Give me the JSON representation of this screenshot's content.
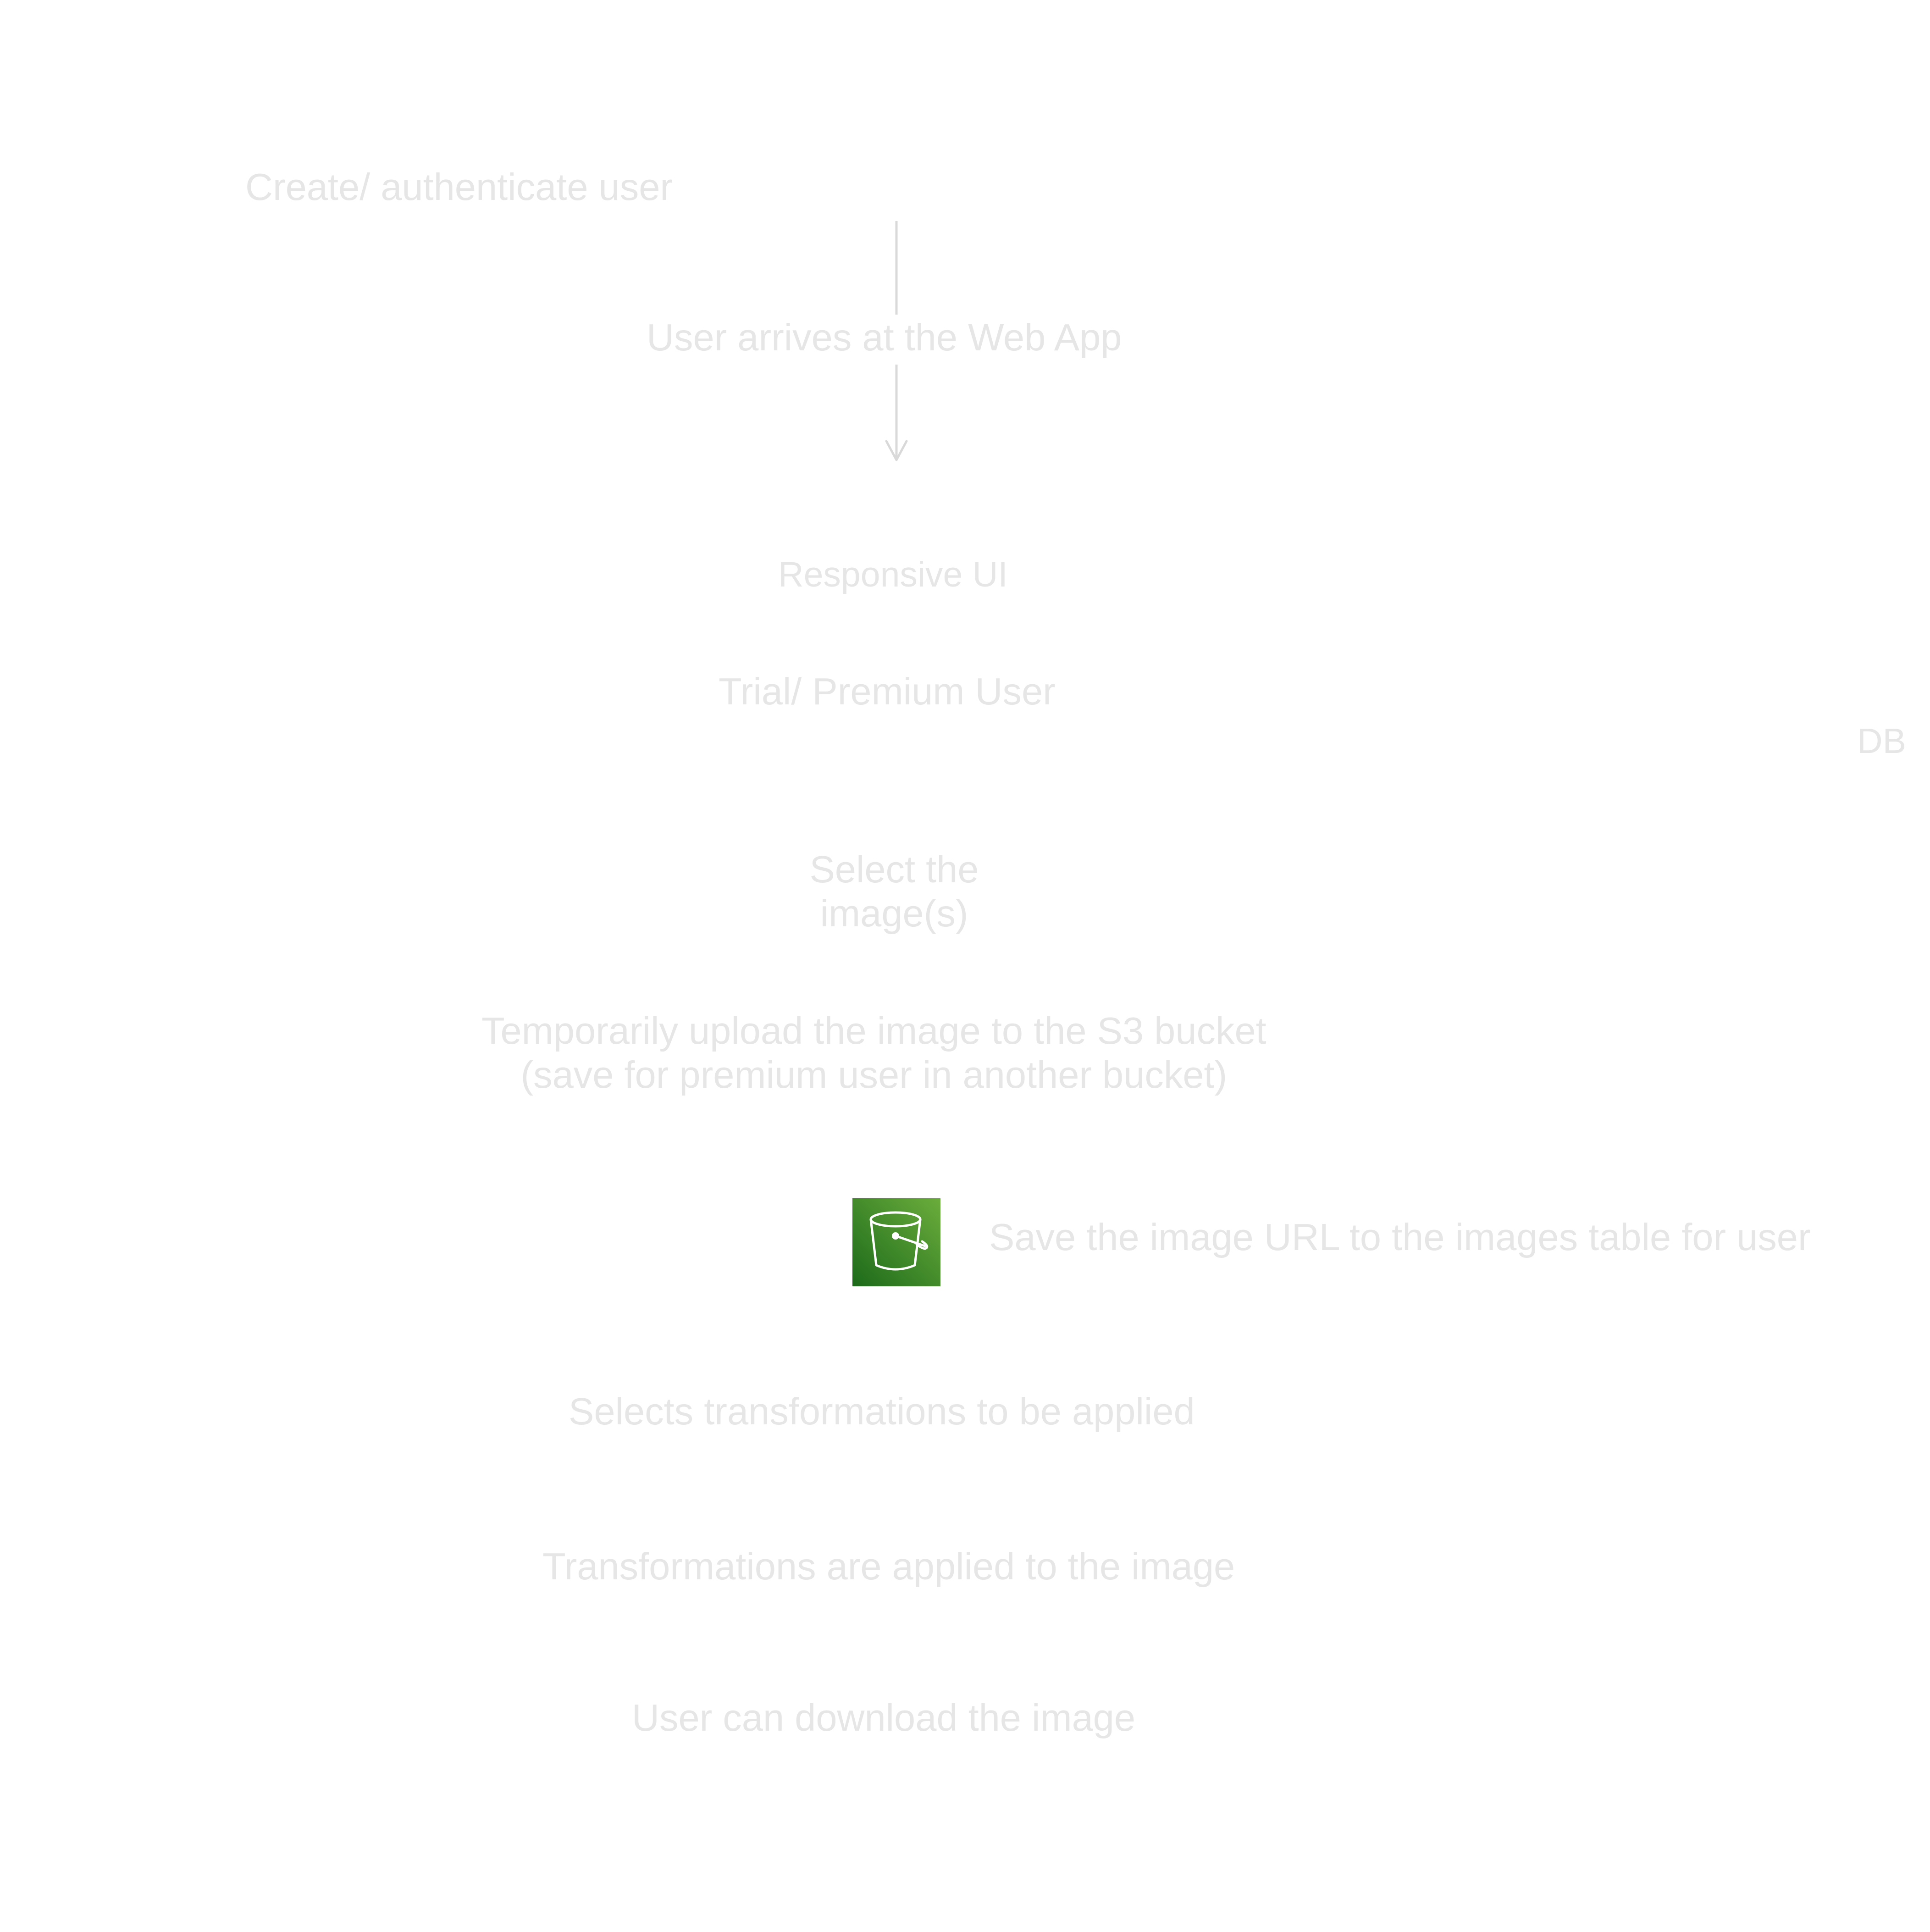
{
  "diagram": {
    "steps": {
      "create_auth": "Create/ authenticate user",
      "arrives": "User arrives at the Web App",
      "responsive_ui": "Responsive UI",
      "trial_premium": "Trial/ Premium User",
      "db": "DB",
      "select_images": [
        "Select the",
        "image(s)"
      ],
      "upload": [
        "Temporarily upload the image to the S3 bucket",
        "(save for premium user in another bucket)"
      ],
      "save_url": "Save the image URL to the images table for user",
      "select_transformations": "Selects transformations to be applied",
      "transformations_applied": "Transformations are applied to the image",
      "download": "User can download the image"
    },
    "icons": {
      "s3": "s3-bucket-icon"
    },
    "colors": {
      "text": "#e6e6e6",
      "connector": "#d9d9d9",
      "s3_gradient_top": "#6bad3c",
      "s3_gradient_bottom": "#1c6a1a",
      "s3_stroke": "#ffffff"
    }
  }
}
